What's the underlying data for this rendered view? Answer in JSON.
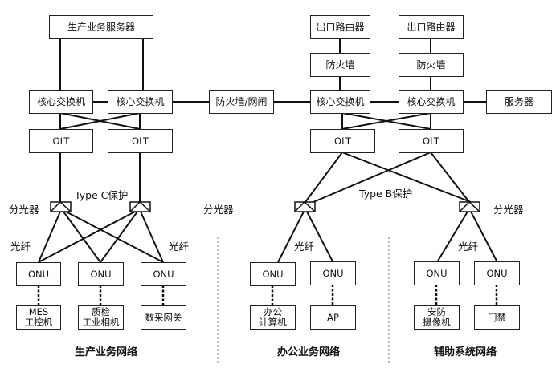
{
  "production": {
    "server": "生产业务服务器",
    "core_switch_1": "核心交换机",
    "core_switch_2": "核心交换机",
    "olt_1": "OLT",
    "olt_2": "OLT",
    "protection": "Type C保护",
    "splitter_label": "分光器",
    "fiber_label_left": "光纤",
    "fiber_label_right": "光纤",
    "onu_1": "ONU",
    "onu_2": "ONU",
    "onu_3": "ONU",
    "device_1": [
      "MES",
      "工控机"
    ],
    "device_2": [
      "质检",
      "工业相机"
    ],
    "device_3": [
      "数采网关"
    ],
    "section_title": "生产业务网络"
  },
  "gateway": "防火墙/网闸",
  "upper": {
    "router_1": "出口路由器",
    "router_2": "出口路由器",
    "firewall_1": "防火墙",
    "firewall_2": "防火墙",
    "core_switch_1": "核心交换机",
    "core_switch_2": "核心交换机",
    "server": "服务器",
    "olt_1": "OLT",
    "olt_2": "OLT",
    "protection": "Type B保护",
    "splitter_label_left": "分光器",
    "splitter_label_right": "分光器"
  },
  "office": {
    "fiber_label": "光纤",
    "onu_1": "ONU",
    "onu_2": "ONU",
    "device_1": [
      "办公",
      "计算机"
    ],
    "device_2": [
      "AP"
    ],
    "section_title": "办公业务网络"
  },
  "auxiliary": {
    "fiber_label": "光纤",
    "onu_1": "ONU",
    "onu_2": "ONU",
    "device_1": [
      "安防",
      "摄像机"
    ],
    "device_2": [
      "门禁"
    ],
    "section_title": "辅助系统网络"
  }
}
